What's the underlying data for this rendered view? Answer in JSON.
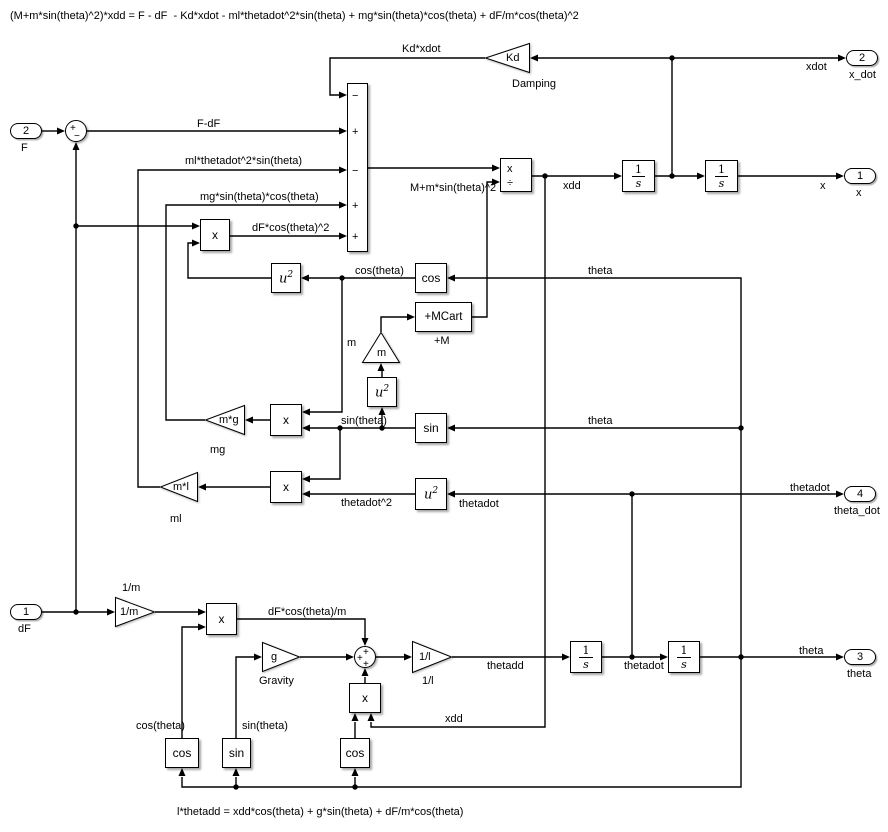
{
  "equations": {
    "top": "(M+m*sin(theta)^2)*xdd = F - dF  - Kd*xdot - ml*thetadot^2*sin(theta) + mg*sin(theta)*cos(theta) + dF/m*cos(theta)^2",
    "bottom": "l*thetadd = xdd*cos(theta) + g*sin(theta) + dF/m*cos(theta)"
  },
  "ports": {
    "in_F": {
      "num": "2",
      "name": "F"
    },
    "in_dF": {
      "num": "1",
      "name": "dF"
    },
    "out_x_dot": {
      "num": "2",
      "name": "x_dot"
    },
    "out_x": {
      "num": "1",
      "name": "x"
    },
    "out_theta_dot": {
      "num": "4",
      "name": "theta_dot"
    },
    "out_theta": {
      "num": "3",
      "name": "theta"
    }
  },
  "blocks": {
    "sum1_signs": [
      "+",
      "−"
    ],
    "sum2_signs": [
      "−",
      "+",
      "−",
      "+",
      "+"
    ],
    "sum3_signs": [
      "+",
      "+",
      "+"
    ],
    "damping": {
      "text": "Kd",
      "name": "Damping"
    },
    "integrator": {
      "num": "1",
      "den": "s"
    },
    "divide": {
      "top": "x",
      "bottom": "÷"
    },
    "product": "x",
    "cos": "cos",
    "sin": "sin",
    "square": {
      "base": "u",
      "exp": "2"
    },
    "mcart": {
      "text": "+MCart",
      "name": "+M"
    },
    "m_gain": {
      "text": "m",
      "name": "m"
    },
    "mg_gain": {
      "text": "m*g",
      "name": "mg"
    },
    "ml_gain": {
      "text": "m*l",
      "name": "ml"
    },
    "inv_m": {
      "text": "1/m",
      "name": "1/m"
    },
    "gravity": {
      "text": "g",
      "name": "Gravity"
    },
    "inv_l": {
      "text": "1/l",
      "name": "1/l"
    }
  },
  "labels": {
    "kd_xdot": "Kd*xdot",
    "xdot": "xdot",
    "f_df": "F-dF",
    "ml_term": "ml*thetadot^2*sin(theta)",
    "mg_term": "mg*sin(theta)*cos(theta)",
    "df_cos2": "dF*cos(theta)^2",
    "m_m_sin2": "M+m*sin(theta)^2",
    "xdd": "xdd",
    "x": "x",
    "cos_theta": "cos(theta)",
    "sin_theta": "sin(theta)",
    "theta": "theta",
    "thetadot_sq": "thetadot^2",
    "thetadot": "thetadot",
    "df_cos_m": "dF*cos(theta)/m",
    "thetadd": "thetadd"
  }
}
